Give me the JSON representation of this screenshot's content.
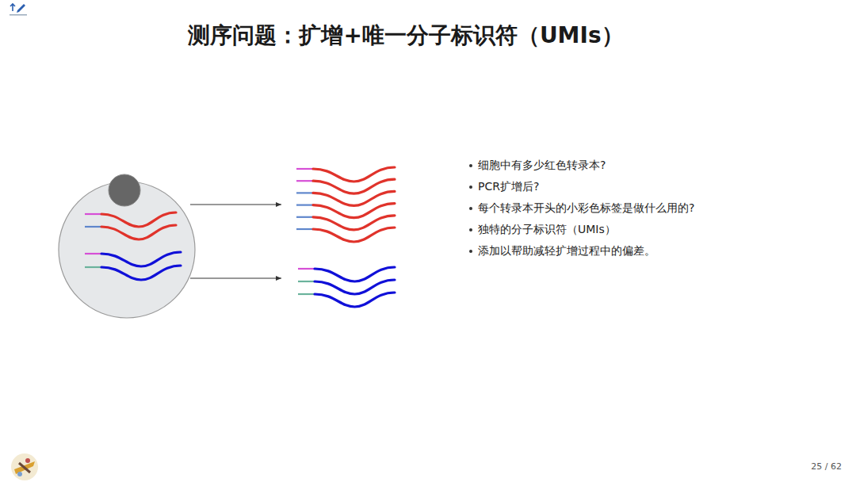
{
  "diagram": {
    "title": "测序问题：扩增+唯一分子标识符（UMIs）",
    "labels": [
      "细胞中有多少红色转录本?",
      "PCR扩增后?",
      "每个转录本开头的小彩色标签是做什么用的?",
      "独特的分子标识符（UMIs）",
      "添加以帮助减轻扩增过程中的偏差。",
      "25 / 62"
    ]
  }
}
